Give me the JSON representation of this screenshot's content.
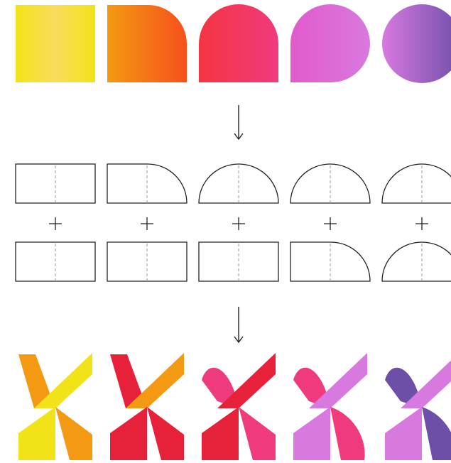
{
  "colors": {
    "yellow": "#F2E318",
    "yellow_light": "#F9DC5C",
    "orange": "#F39A12",
    "orange_red": "#F6501C",
    "red": "#F53543",
    "crimson": "#E8213A",
    "pink": "#F03A7E",
    "magenta": "#E15ACB",
    "lilac": "#D879E0",
    "violet": "#6E4FA8",
    "outline": "#222222",
    "dash": "#999999"
  },
  "steps": [
    {
      "top": "square",
      "bottom": "square",
      "gradient": [
        "yellow",
        "yellow_light",
        "yellow"
      ],
      "x_colors": {
        "left": "orange",
        "right": "yellow"
      }
    },
    {
      "top": "rounded-corner",
      "bottom": "square",
      "gradient": [
        "orange",
        "orange_red"
      ],
      "x_colors": {
        "left": "crimson",
        "right": "orange"
      }
    },
    {
      "top": "half-circle",
      "bottom": "square",
      "gradient": [
        "red",
        "pink"
      ],
      "x_colors": {
        "left": "pink",
        "right": "crimson"
      }
    },
    {
      "top": "half-circle",
      "bottom": "rounded-corner",
      "gradient": [
        "magenta",
        "lilac"
      ],
      "x_colors": {
        "left": "pink",
        "right": "lilac"
      }
    },
    {
      "top": "half-circle",
      "bottom": "half-circle",
      "gradient": [
        "lilac",
        "violet"
      ],
      "x_colors": {
        "left": "violet",
        "right": "lilac"
      }
    }
  ],
  "arrow_icon": "arrow-down-icon",
  "plus_icon": "plus-icon"
}
